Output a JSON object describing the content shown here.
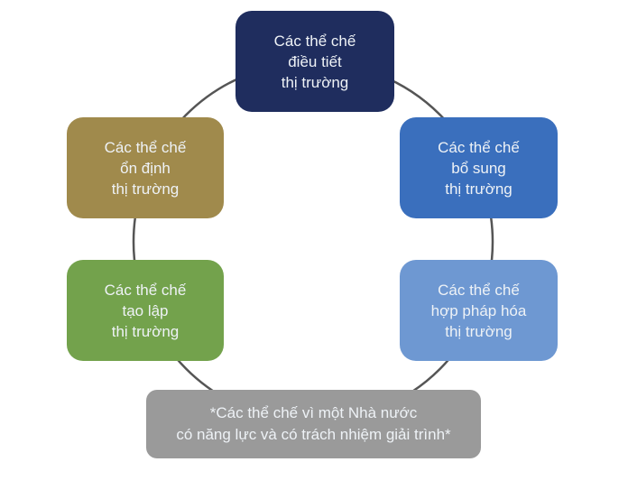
{
  "diagram": {
    "nodes": [
      {
        "id": "top",
        "lines": [
          "Các thể chế",
          "điều tiết",
          "thị trường"
        ],
        "color": "#1f2d5e"
      },
      {
        "id": "right-top",
        "lines": [
          "Các thể chế",
          "bổ sung",
          "thị trường"
        ],
        "color": "#3a6fbd"
      },
      {
        "id": "right-bottom",
        "lines": [
          "Các thể chế",
          "hợp pháp hóa",
          "thị trường"
        ],
        "color": "#6e98d2"
      },
      {
        "id": "left-bottom",
        "lines": [
          "Các thể chế",
          "tạo lập",
          "thị trường"
        ],
        "color": "#73a24c"
      },
      {
        "id": "left-top",
        "lines": [
          "Các thể chế",
          "ổn định",
          "thị trường"
        ],
        "color": "#a08a4c"
      }
    ],
    "footer": {
      "lines": [
        "*Các thể chế vì một Nhà nước",
        "có năng lực và có trách nhiệm giải trình*"
      ],
      "color": "#9a9a9a"
    },
    "ring_color": "#555555"
  }
}
